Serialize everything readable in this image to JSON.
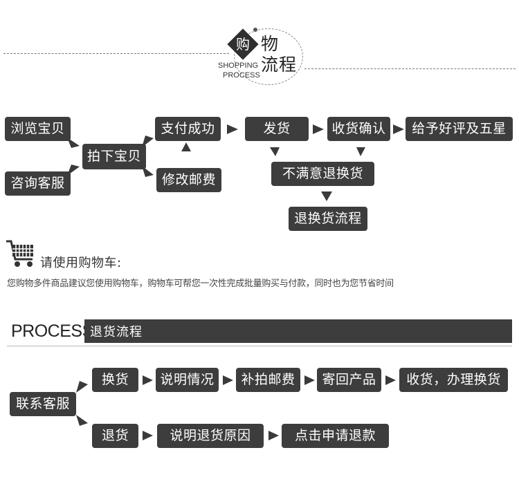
{
  "header": {
    "badge_char": "购",
    "title_char": "物",
    "title_line2": "流程",
    "subtitle_line1": "SHOPPING",
    "subtitle_line2": "PROCESS"
  },
  "shopping_flow": {
    "browse": "浏览宝贝",
    "consult": "咨询客服",
    "order": "拍下宝贝",
    "pay": "支付成功",
    "modify_fee": "修改邮费",
    "ship": "发货",
    "confirm": "收货确认",
    "rate": "给予好评及五星",
    "unsatisfied": "不满意退换货",
    "return_flow": "退换货流程"
  },
  "cart_note": {
    "title": "请使用购物车:",
    "desc": "您购物多件商品建议您使用购物车，购物车可帮您一次性完成批量购买与付款，同时也为您节省时间"
  },
  "return_section": {
    "process_word": "PROCESS",
    "banner_title": "退货流程",
    "contact": "联系客服",
    "exchange": "换货",
    "explain": "说明情况",
    "shipping": "补拍邮费",
    "send_back": "寄回产品",
    "receive": "收货，办理换货",
    "refund": "退货",
    "explain_reason": "说明退货原因",
    "apply_refund": "点击申请退款"
  }
}
